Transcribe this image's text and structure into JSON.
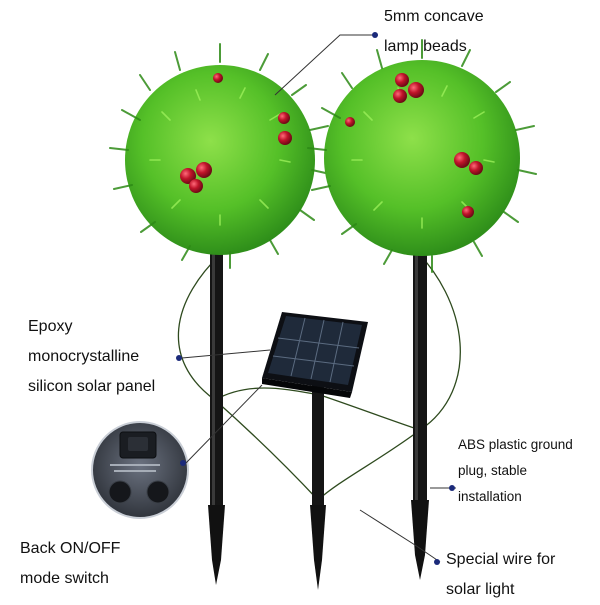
{
  "annotations": {
    "lamp_beads": {
      "line1": "5mm concave",
      "line2": "lamp beads"
    },
    "solar_panel": {
      "line1": "Epoxy",
      "line2": "monocrystalline",
      "line3": "silicon solar panel"
    },
    "ground_plug": {
      "line1": "ABS plastic ground",
      "line2": "plug, stable",
      "line3": "installation"
    },
    "switch": {
      "line1": "Back ON/OFF",
      "line2": "mode switch"
    },
    "wire": {
      "line1": "Special wire for",
      "line2": "solar light"
    }
  },
  "colors": {
    "foliage": "#5cc72e",
    "foliage_dark": "#2f8f1a",
    "berry": "#c0142a",
    "stake": "#111111",
    "panel": "#1c1f26",
    "leader": "#333333",
    "dot": "#1b2a7a"
  },
  "icons": [
    "pine-ball-light-icon",
    "solar-panel-icon",
    "ground-stake-icon",
    "switch-closeup-icon"
  ]
}
